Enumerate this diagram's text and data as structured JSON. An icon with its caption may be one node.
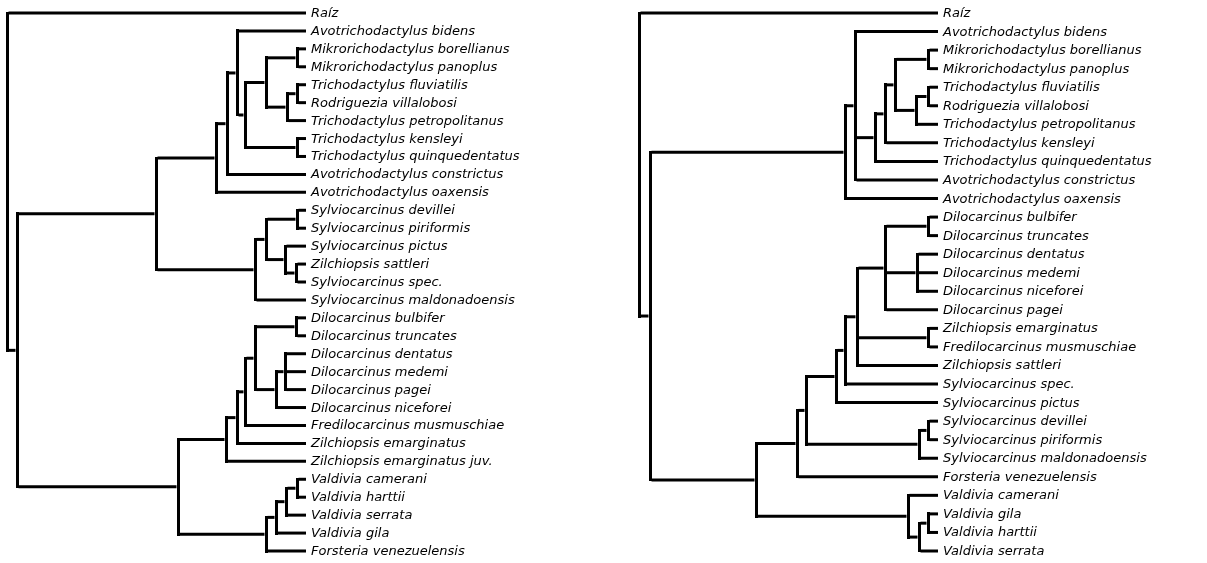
{
  "diagram": {
    "nodes": [
      {
        "text": [],
        "shape": "bar"
      },
      {
        "text": [
          "Raíz"
        ]
      },
      {
        "text": [],
        "shape": "bar"
      },
      {
        "text": [],
        "shape": "bar"
      },
      {
        "text": [],
        "shape": "bar"
      },
      {
        "text": [],
        "shape": "bar"
      },
      {
        "text": [],
        "shape": "bar"
      },
      {
        "text": [
          "Avotrichodactylus bidens"
        ]
      },
      {
        "text": [],
        "shape": "bar"
      },
      {
        "text": [],
        "shape": "bar"
      },
      {
        "text": [],
        "shape": "bar"
      },
      {
        "text": [
          "Mikrorichodactylus borellianus"
        ]
      },
      {
        "text": [
          "Mikrorichodactylus panoplus"
        ]
      },
      {
        "text": [],
        "shape": "bar"
      },
      {
        "text": [],
        "shape": "bar"
      },
      {
        "text": [
          "Trichodactylus fluviatilis"
        ]
      },
      {
        "text": [
          "Rodriguezia villalobosi"
        ]
      },
      {
        "text": [
          "Trichodactylus petropolitanus"
        ]
      },
      {
        "text": [],
        "shape": "bar"
      },
      {
        "text": [
          "Trichodactylus kensleyi"
        ]
      },
      {
        "text": [
          "Trichodactylus quinquedentatus"
        ]
      },
      {
        "text": [
          "Avotrichodactylus constrictus"
        ]
      },
      {
        "text": [
          "Avotrichodactylus oaxensis"
        ]
      },
      {
        "text": [],
        "shape": "bar"
      },
      {
        "text": [],
        "shape": "bar"
      },
      {
        "text": [],
        "shape": "bar"
      },
      {
        "text": [
          "Sylviocarcinus devillei"
        ]
      },
      {
        "text": [
          "Sylviocarcinus piriformis"
        ]
      },
      {
        "text": [],
        "shape": "bar"
      },
      {
        "text": [
          "Sylviocarcinus pictus"
        ]
      },
      {
        "text": [],
        "shape": "bar"
      },
      {
        "text": [
          "Zilchiopsis sattleri"
        ]
      },
      {
        "text": [
          "Sylviocarcinus spec."
        ]
      },
      {
        "text": [
          "Sylviocarcinus maldonadoensis"
        ]
      },
      {
        "text": [],
        "shape": "bar"
      },
      {
        "text": [],
        "shape": "bar"
      },
      {
        "text": [],
        "shape": "bar"
      },
      {
        "text": [],
        "shape": "bar"
      },
      {
        "text": [],
        "shape": "bar"
      },
      {
        "text": [],
        "shape": "bar"
      },
      {
        "text": [
          "Dilocarcinus bulbifer"
        ]
      },
      {
        "text": [
          "Dilocarcinus truncates"
        ]
      },
      {
        "text": [],
        "shape": "bar"
      },
      {
        "text": [],
        "shape": "bar"
      },
      {
        "text": [
          "Dilocarcinus dentatus"
        ]
      },
      {
        "text": [
          "Dilocarcinus medemi"
        ]
      },
      {
        "text": [
          "Dilocarcinus pagei"
        ]
      },
      {
        "text": [
          "Dilocarcinus niceforei"
        ]
      },
      {
        "text": [
          "Fredilocarcinus musmuschiae"
        ]
      },
      {
        "text": [
          "Zilchiopsis emarginatus"
        ]
      },
      {
        "text": [
          "Zilchiopsis emarginatus juv."
        ]
      },
      {
        "text": [],
        "shape": "bar"
      },
      {
        "text": [],
        "shape": "bar"
      },
      {
        "text": [],
        "shape": "bar"
      },
      {
        "text": [],
        "shape": "bar"
      },
      {
        "text": [
          "Valdivia camerani"
        ]
      },
      {
        "text": [
          "Valdivia harttii"
        ]
      },
      {
        "text": [
          "Valdivia serrata"
        ]
      },
      {
        "text": [
          "Valdivia gila"
        ]
      },
      {
        "text": [
          "Forsteria venezuelensis"
        ]
      },
      {
        "text": [],
        "shape": "bar"
      },
      {
        "text": [
          "Raíz"
        ]
      },
      {
        "text": [],
        "shape": "bar"
      },
      {
        "text": [],
        "shape": "bar"
      },
      {
        "text": [],
        "shape": "bar"
      },
      {
        "text": [
          "Avotrichodactylus bidens"
        ]
      },
      {
        "text": [],
        "shape": "bar"
      },
      {
        "text": [],
        "shape": "bar"
      },
      {
        "text": [],
        "shape": "bar"
      },
      {
        "text": [],
        "shape": "bar"
      },
      {
        "text": [
          "Mikrorichodactylus borellianus"
        ]
      },
      {
        "text": [
          "Mikrorichodactylus panoplus"
        ]
      },
      {
        "text": [],
        "shape": "bar"
      },
      {
        "text": [],
        "shape": "bar"
      },
      {
        "text": [
          "Trichodactylus fluviatilis"
        ]
      },
      {
        "text": [
          "Rodriguezia villalobosi"
        ]
      },
      {
        "text": [
          "Trichodactylus petropolitanus"
        ]
      },
      {
        "text": [
          "Trichodactylus kensleyi"
        ]
      },
      {
        "text": [
          "Trichodactylus quinquedentatus"
        ]
      },
      {
        "text": [
          "Avotrichodactylus constrictus"
        ]
      },
      {
        "text": [
          "Avotrichodactylus oaxensis"
        ]
      },
      {
        "text": [],
        "shape": "bar"
      },
      {
        "text": [],
        "shape": "bar"
      },
      {
        "text": [],
        "shape": "bar"
      },
      {
        "text": [],
        "shape": "bar"
      },
      {
        "text": [],
        "shape": "bar"
      },
      {
        "text": [],
        "shape": "bar"
      },
      {
        "text": [],
        "shape": "bar"
      },
      {
        "text": [],
        "shape": "bar"
      },
      {
        "text": [
          "Dilocarcinus bulbifer"
        ]
      },
      {
        "text": [
          "Dilocarcinus truncates"
        ]
      },
      {
        "text": [],
        "shape": "bar"
      },
      {
        "text": [
          "Dilocarcinus dentatus"
        ]
      },
      {
        "text": [
          "Dilocarcinus medemi"
        ]
      },
      {
        "text": [
          "Dilocarcinus niceforei"
        ]
      },
      {
        "text": [
          "Dilocarcinus pagei"
        ]
      },
      {
        "text": [],
        "shape": "bar"
      },
      {
        "text": [
          "Zilchiopsis emarginatus"
        ]
      },
      {
        "text": [
          "Fredilocarcinus musmuschiae"
        ]
      },
      {
        "text": [
          "Zilchiopsis sattleri"
        ]
      },
      {
        "text": [
          "Sylviocarcinus spec."
        ]
      },
      {
        "text": [
          "Sylviocarcinus pictus"
        ]
      },
      {
        "text": [],
        "shape": "bar"
      },
      {
        "text": [],
        "shape": "bar"
      },
      {
        "text": [
          "Sylviocarcinus devillei"
        ]
      },
      {
        "text": [
          "Sylviocarcinus piriformis"
        ]
      },
      {
        "text": [
          "Sylviocarcinus maldonadoensis"
        ]
      },
      {
        "text": [
          "Forsteria venezuelensis"
        ]
      },
      {
        "text": [],
        "shape": "bar"
      },
      {
        "text": [
          "Valdivia camerani"
        ]
      },
      {
        "text": [],
        "shape": "bar"
      },
      {
        "text": [],
        "shape": "bar"
      },
      {
        "text": [
          "Valdivia gila"
        ]
      },
      {
        "text": [
          "Valdivia harttii"
        ]
      },
      {
        "text": [
          "Valdivia serrata"
        ]
      }
    ],
    "edges": [
      {
        "from": 0,
        "to": 1,
        "arrow": "none"
      },
      {
        "from": 0,
        "to": 2,
        "arrow": "none"
      },
      {
        "from": 2,
        "to": 3,
        "arrow": "none"
      },
      {
        "from": 2,
        "to": 34,
        "arrow": "none"
      },
      {
        "from": 3,
        "to": 4,
        "arrow": "none"
      },
      {
        "from": 3,
        "to": 23,
        "arrow": "none"
      },
      {
        "from": 4,
        "to": 5,
        "arrow": "none"
      },
      {
        "from": 4,
        "to": 22,
        "arrow": "none"
      },
      {
        "from": 5,
        "to": 6,
        "arrow": "none"
      },
      {
        "from": 5,
        "to": 21,
        "arrow": "none"
      },
      {
        "from": 6,
        "to": 7,
        "arrow": "none"
      },
      {
        "from": 6,
        "to": 8,
        "arrow": "none"
      },
      {
        "from": 8,
        "to": 9,
        "arrow": "none"
      },
      {
        "from": 8,
        "to": 18,
        "arrow": "none"
      },
      {
        "from": 9,
        "to": 10,
        "arrow": "none"
      },
      {
        "from": 9,
        "to": 13,
        "arrow": "none"
      },
      {
        "from": 10,
        "to": 11,
        "arrow": "none"
      },
      {
        "from": 10,
        "to": 12,
        "arrow": "none"
      },
      {
        "from": 13,
        "to": 14,
        "arrow": "none"
      },
      {
        "from": 13,
        "to": 17,
        "arrow": "none"
      },
      {
        "from": 14,
        "to": 15,
        "arrow": "none"
      },
      {
        "from": 14,
        "to": 16,
        "arrow": "none"
      },
      {
        "from": 18,
        "to": 19,
        "arrow": "none"
      },
      {
        "from": 18,
        "to": 20,
        "arrow": "none"
      },
      {
        "from": 23,
        "to": 24,
        "arrow": "none"
      },
      {
        "from": 23,
        "to": 33,
        "arrow": "none"
      },
      {
        "from": 24,
        "to": 25,
        "arrow": "none"
      },
      {
        "from": 24,
        "to": 28,
        "arrow": "none"
      },
      {
        "from": 25,
        "to": 26,
        "arrow": "none"
      },
      {
        "from": 25,
        "to": 27,
        "arrow": "none"
      },
      {
        "from": 28,
        "to": 29,
        "arrow": "none"
      },
      {
        "from": 28,
        "to": 30,
        "arrow": "none"
      },
      {
        "from": 30,
        "to": 31,
        "arrow": "none"
      },
      {
        "from": 30,
        "to": 32,
        "arrow": "none"
      },
      {
        "from": 34,
        "to": 35,
        "arrow": "none"
      },
      {
        "from": 34,
        "to": 51,
        "arrow": "none"
      },
      {
        "from": 35,
        "to": 36,
        "arrow": "none"
      },
      {
        "from": 35,
        "to": 50,
        "arrow": "none"
      },
      {
        "from": 36,
        "to": 37,
        "arrow": "none"
      },
      {
        "from": 36,
        "to": 49,
        "arrow": "none"
      },
      {
        "from": 37,
        "to": 38,
        "arrow": "none"
      },
      {
        "from": 37,
        "to": 48,
        "arrow": "none"
      },
      {
        "from": 38,
        "to": 39,
        "arrow": "none"
      },
      {
        "from": 38,
        "to": 42,
        "arrow": "none"
      },
      {
        "from": 39,
        "to": 40,
        "arrow": "none"
      },
      {
        "from": 39,
        "to": 41,
        "arrow": "none"
      },
      {
        "from": 42,
        "to": 43,
        "arrow": "none"
      },
      {
        "from": 42,
        "to": 47,
        "arrow": "none"
      },
      {
        "from": 43,
        "to": 44,
        "arrow": "none"
      },
      {
        "from": 43,
        "to": 45,
        "arrow": "none"
      },
      {
        "from": 43,
        "to": 46,
        "arrow": "none"
      },
      {
        "from": 51,
        "to": 52,
        "arrow": "none"
      },
      {
        "from": 51,
        "to": 59,
        "arrow": "none"
      },
      {
        "from": 52,
        "to": 53,
        "arrow": "none"
      },
      {
        "from": 52,
        "to": 58,
        "arrow": "none"
      },
      {
        "from": 53,
        "to": 54,
        "arrow": "none"
      },
      {
        "from": 53,
        "to": 57,
        "arrow": "none"
      },
      {
        "from": 54,
        "to": 55,
        "arrow": "none"
      },
      {
        "from": 54,
        "to": 56,
        "arrow": "none"
      },
      {
        "from": 60,
        "to": 61,
        "arrow": "none"
      },
      {
        "from": 60,
        "to": 62,
        "arrow": "none"
      },
      {
        "from": 62,
        "to": 63,
        "arrow": "none"
      },
      {
        "from": 62,
        "to": 81,
        "arrow": "none"
      },
      {
        "from": 63,
        "to": 64,
        "arrow": "none"
      },
      {
        "from": 63,
        "to": 80,
        "arrow": "none"
      },
      {
        "from": 64,
        "to": 65,
        "arrow": "none"
      },
      {
        "from": 64,
        "to": 66,
        "arrow": "none"
      },
      {
        "from": 64,
        "to": 79,
        "arrow": "none"
      },
      {
        "from": 66,
        "to": 67,
        "arrow": "none"
      },
      {
        "from": 66,
        "to": 78,
        "arrow": "none"
      },
      {
        "from": 67,
        "to": 68,
        "arrow": "none"
      },
      {
        "from": 67,
        "to": 77,
        "arrow": "none"
      },
      {
        "from": 68,
        "to": 69,
        "arrow": "none"
      },
      {
        "from": 68,
        "to": 72,
        "arrow": "none"
      },
      {
        "from": 69,
        "to": 70,
        "arrow": "none"
      },
      {
        "from": 69,
        "to": 71,
        "arrow": "none"
      },
      {
        "from": 72,
        "to": 73,
        "arrow": "none"
      },
      {
        "from": 72,
        "to": 76,
        "arrow": "none"
      },
      {
        "from": 73,
        "to": 74,
        "arrow": "none"
      },
      {
        "from": 73,
        "to": 75,
        "arrow": "none"
      },
      {
        "from": 81,
        "to": 82,
        "arrow": "none"
      },
      {
        "from": 81,
        "to": 108,
        "arrow": "none"
      },
      {
        "from": 82,
        "to": 83,
        "arrow": "none"
      },
      {
        "from": 82,
        "to": 107,
        "arrow": "none"
      },
      {
        "from": 83,
        "to": 84,
        "arrow": "none"
      },
      {
        "from": 83,
        "to": 102,
        "arrow": "none"
      },
      {
        "from": 84,
        "to": 85,
        "arrow": "none"
      },
      {
        "from": 84,
        "to": 101,
        "arrow": "none"
      },
      {
        "from": 85,
        "to": 86,
        "arrow": "none"
      },
      {
        "from": 85,
        "to": 100,
        "arrow": "none"
      },
      {
        "from": 86,
        "to": 87,
        "arrow": "none"
      },
      {
        "from": 86,
        "to": 96,
        "arrow": "none"
      },
      {
        "from": 86,
        "to": 99,
        "arrow": "none"
      },
      {
        "from": 87,
        "to": 88,
        "arrow": "none"
      },
      {
        "from": 87,
        "to": 91,
        "arrow": "none"
      },
      {
        "from": 87,
        "to": 95,
        "arrow": "none"
      },
      {
        "from": 88,
        "to": 89,
        "arrow": "none"
      },
      {
        "from": 88,
        "to": 90,
        "arrow": "none"
      },
      {
        "from": 91,
        "to": 92,
        "arrow": "none"
      },
      {
        "from": 91,
        "to": 93,
        "arrow": "none"
      },
      {
        "from": 91,
        "to": 94,
        "arrow": "none"
      },
      {
        "from": 96,
        "to": 97,
        "arrow": "none"
      },
      {
        "from": 96,
        "to": 98,
        "arrow": "none"
      },
      {
        "from": 102,
        "to": 103,
        "arrow": "none"
      },
      {
        "from": 102,
        "to": 106,
        "arrow": "none"
      },
      {
        "from": 103,
        "to": 104,
        "arrow": "none"
      },
      {
        "from": 103,
        "to": 105,
        "arrow": "none"
      },
      {
        "from": 108,
        "to": 109,
        "arrow": "none"
      },
      {
        "from": 108,
        "to": 110,
        "arrow": "none"
      },
      {
        "from": 110,
        "to": 111,
        "arrow": "none"
      },
      {
        "from": 110,
        "to": 114,
        "arrow": "none"
      },
      {
        "from": 111,
        "to": 112,
        "arrow": "none"
      },
      {
        "from": 111,
        "to": 113,
        "arrow": "none"
      }
    ]
  }
}
